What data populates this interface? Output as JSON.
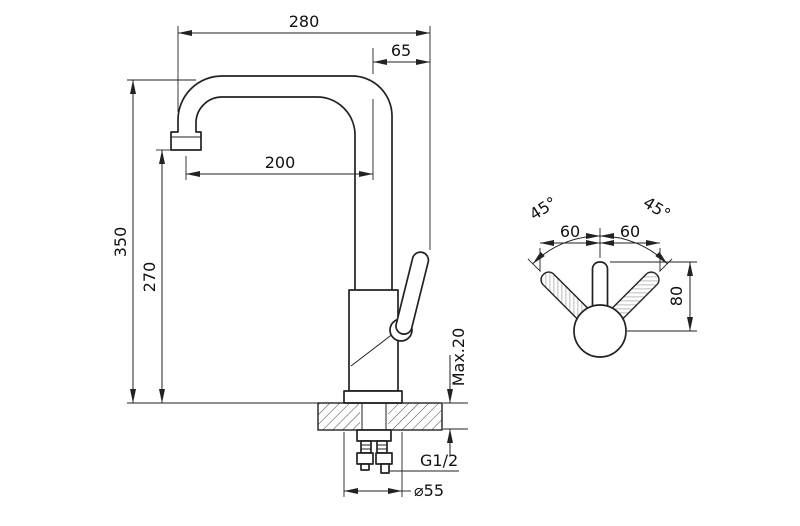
{
  "front_view": {
    "dim_width_total": "280",
    "dim_handle_offset": "65",
    "dim_spout_reach": "200",
    "dim_height_total": "350",
    "dim_spout_height": "270",
    "dim_counter_thickness": "Max.20",
    "dim_thread": "G1/2",
    "dim_base_diameter": "⌀55"
  },
  "top_view": {
    "dim_angle_left": "45°",
    "dim_angle_right": "45°",
    "dim_swing_left": "60",
    "dim_swing_right": "60",
    "dim_handle_length": "80"
  },
  "colors": {
    "line": "#222222",
    "background": "#ffffff"
  }
}
